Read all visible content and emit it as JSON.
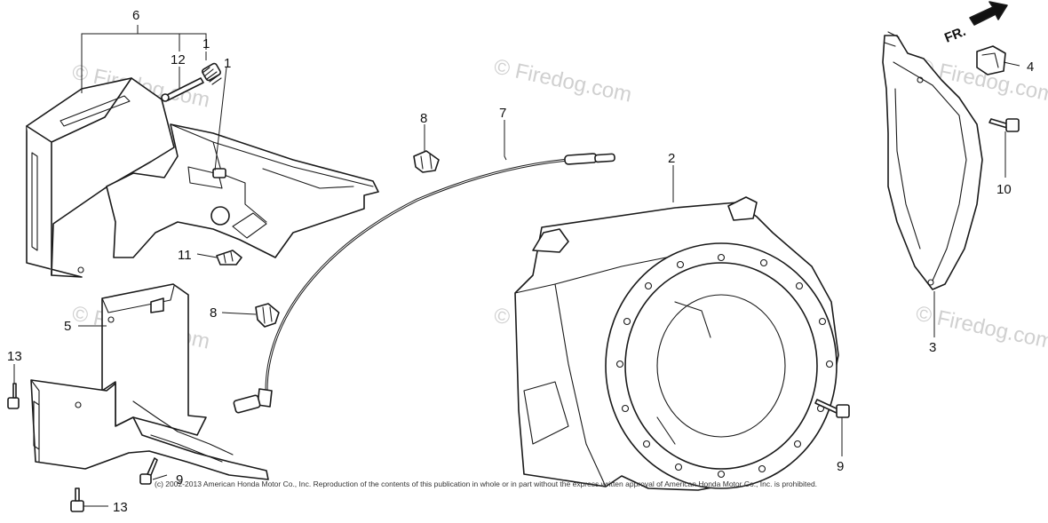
{
  "watermark": "© Firedog.com",
  "copyright": "(c) 2002-2013 American Honda Motor Co., Inc. Reproduction of the contents of this publication in whole or in part without the express written approval of American Honda Motor Co., Inc. is prohibited.",
  "direction_label": "FR.",
  "callouts": {
    "c1": "1",
    "c1b": "1",
    "c2": "2",
    "c3": "3",
    "c4": "4",
    "c5": "5",
    "c6": "6",
    "c7": "7",
    "c8a": "8",
    "c8b": "8",
    "c9a": "9",
    "c9b": "9",
    "c10": "10",
    "c11": "11",
    "c12": "12",
    "c13a": "13",
    "c13b": "13"
  }
}
